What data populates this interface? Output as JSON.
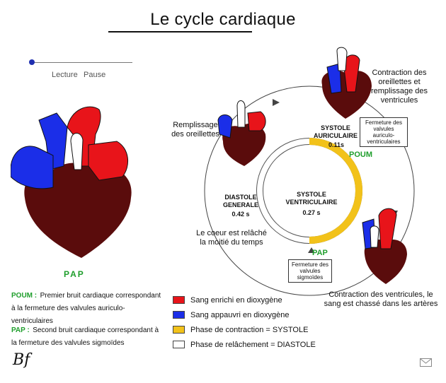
{
  "title": "Le cycle cardiaque",
  "controls": {
    "lecture": "Lecture",
    "pause": "Pause",
    "progress": 0.0
  },
  "big_heart_label": "PAP",
  "definitions": [
    {
      "term": "POUM :",
      "text": "Premier bruit cardiaque correspondant à la fermeture des valvules auriculo-ventriculaires"
    },
    {
      "term": "PAP :",
      "text": "Second bruit cardiaque correspondant à la fermeture des valvules sigmoïdes"
    }
  ],
  "logo": "Bf",
  "cycle": {
    "remplissage": "Remplissage des oreillettes",
    "contraction_oreillettes": "Contraction des oreillettes et remplissage des ventricules",
    "systole_auriculaire": "SYSTOLE AURICULAIRE",
    "systole_auriculaire_time": "0.11s",
    "note_av": "Fermeture des valvules auriculo-ventriculaires",
    "poum": "POUM",
    "diastole": "DIASTOLE GENERALE",
    "diastole_time": "0.42 s",
    "systole_ventriculaire": "SYSTOLE VENTRICULAIRE",
    "systole_ventriculaire_time": "0.27 s",
    "coeur_relache": "Le coeur est relâché la moitié du temps",
    "pap": "PAP",
    "note_sig": "Fermeture des valvules sigmoïdes",
    "contraction_ventricules": "Contraction des ventricules, le sang est chassé dans les artères"
  },
  "legend": [
    {
      "color": "#e8141a",
      "label": "Sang enrichi en dioxygène"
    },
    {
      "color": "#1b2ee8",
      "label": "Sang appauvri en dioxygène"
    },
    {
      "color": "#f2c21a",
      "label": "Phase de contraction = SYSTOLE"
    },
    {
      "color": "#ffffff",
      "label": "Phase de relâchement = DIASTOLE"
    }
  ],
  "colors": {
    "oxygenated": "#e8141a",
    "deoxygenated": "#1b2ee8",
    "myocardium": "#5a0c0c",
    "systole": "#f2c21a",
    "accent_green": "#1f9e2c"
  }
}
